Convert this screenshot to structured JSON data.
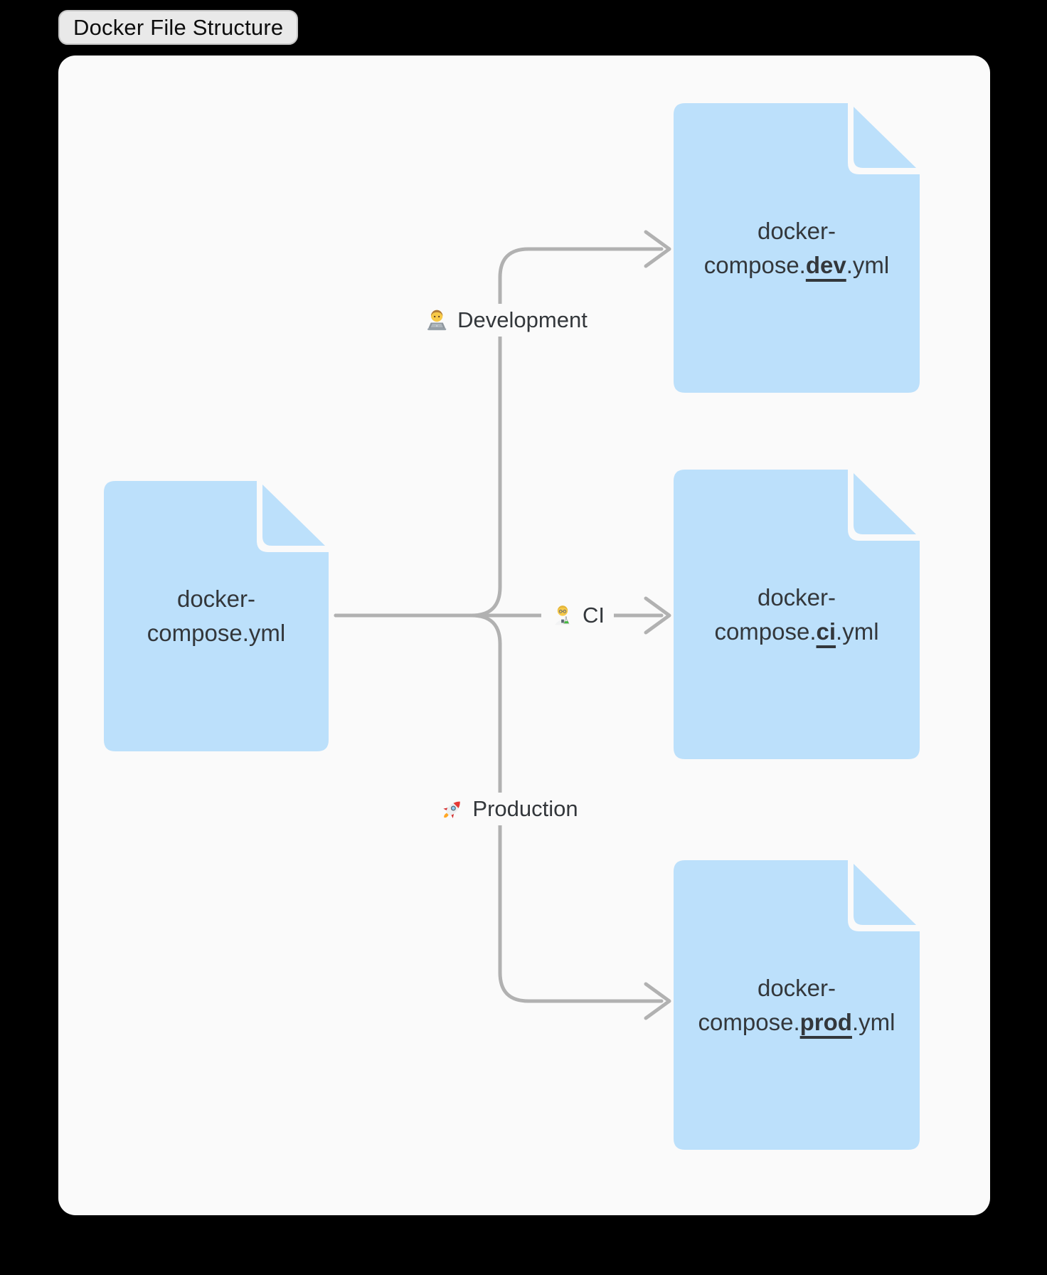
{
  "title_badge": "Docker File Structure",
  "nodes": [
    {
      "name": "docker-compose.yml",
      "line1": "docker-",
      "line2_prefix": "compose.",
      "line2_highlight": "",
      "line2_suffix": "yml"
    },
    {
      "name": "docker-compose.dev.yml",
      "line1": "docker-",
      "line2_prefix": "compose.",
      "line2_highlight": "dev",
      "line2_suffix": ".yml"
    },
    {
      "name": "docker-compose.ci.yml",
      "line1": "docker-",
      "line2_prefix": "compose.",
      "line2_highlight": "ci",
      "line2_suffix": ".yml"
    },
    {
      "name": "docker-compose.prod.yml",
      "line1": "docker-",
      "line2_prefix": "compose.",
      "line2_highlight": "prod",
      "line2_suffix": ".yml"
    }
  ],
  "edge_labels": [
    {
      "icon_name": "technologist-emoji",
      "icon_char": "🧑‍💻",
      "text": "Development"
    },
    {
      "icon_name": "man-scientist-emoji",
      "icon_char": "👨‍🔬",
      "text": "CI"
    },
    {
      "icon_name": "rocket-emoji",
      "icon_char": "🚀",
      "text": "Production"
    }
  ],
  "colors": {
    "node_fill": "#BCE0FB",
    "edge_stroke": "#B1B1B1",
    "node_text": "#33373B",
    "badge_bg": "#E9E9E9",
    "badge_border": "#C6C6C6",
    "badge_text": "#0D0D0D",
    "canvas_bg": "#FAFAFA",
    "page_bg": "#000000"
  }
}
